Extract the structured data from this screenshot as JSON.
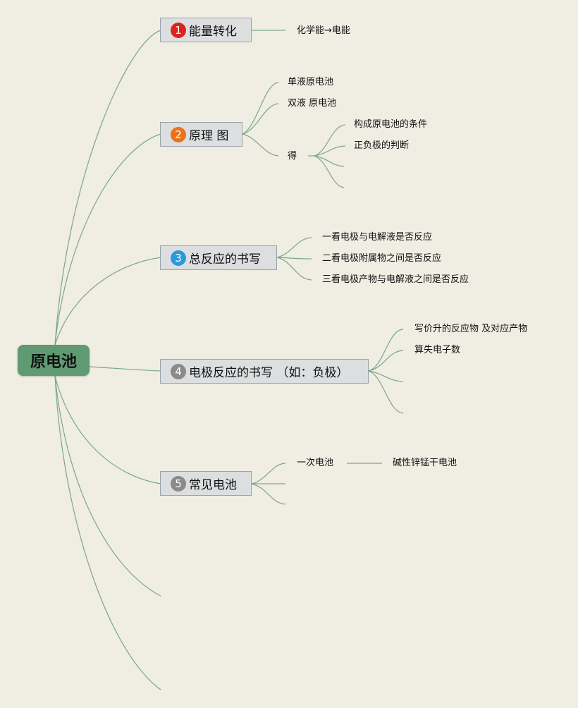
{
  "root": {
    "label": "原电池",
    "color": "#5f9a72"
  },
  "topics": [
    {
      "number": "1",
      "label": "能量转化",
      "badge_color": "#d9261c"
    },
    {
      "number": "2",
      "label": "原理 图",
      "badge_color": "#e8731c"
    },
    {
      "number": "3",
      "label": "总反应的书写",
      "badge_color": "#2a9ad8"
    },
    {
      "number": "4",
      "label": "电极反应的书写 （如：负极）",
      "badge_color": "#8a8a8a"
    },
    {
      "number": "5",
      "label": "常见电池",
      "badge_color": "#8a8a8a"
    }
  ],
  "topic1_children": [
    "化学能→电能"
  ],
  "topic2_children": [
    "单液原电池",
    "双液 原电池",
    "得"
  ],
  "topic2_de_children": [
    "构成原电池的条件",
    "正负极的判断"
  ],
  "topic3_children": [
    "一看电极与电解液是否反应",
    "二看电极附属物之间是否反应",
    "三看电极产物与电解液之间是否反应"
  ],
  "topic4_children": [
    "写价升的反应物 及对应产物",
    "算失电子数"
  ],
  "topic5_children": [
    "一次电池"
  ],
  "topic5_battery_children": [
    "碱性锌锰干电池"
  ],
  "line_color": "#7aa88a"
}
